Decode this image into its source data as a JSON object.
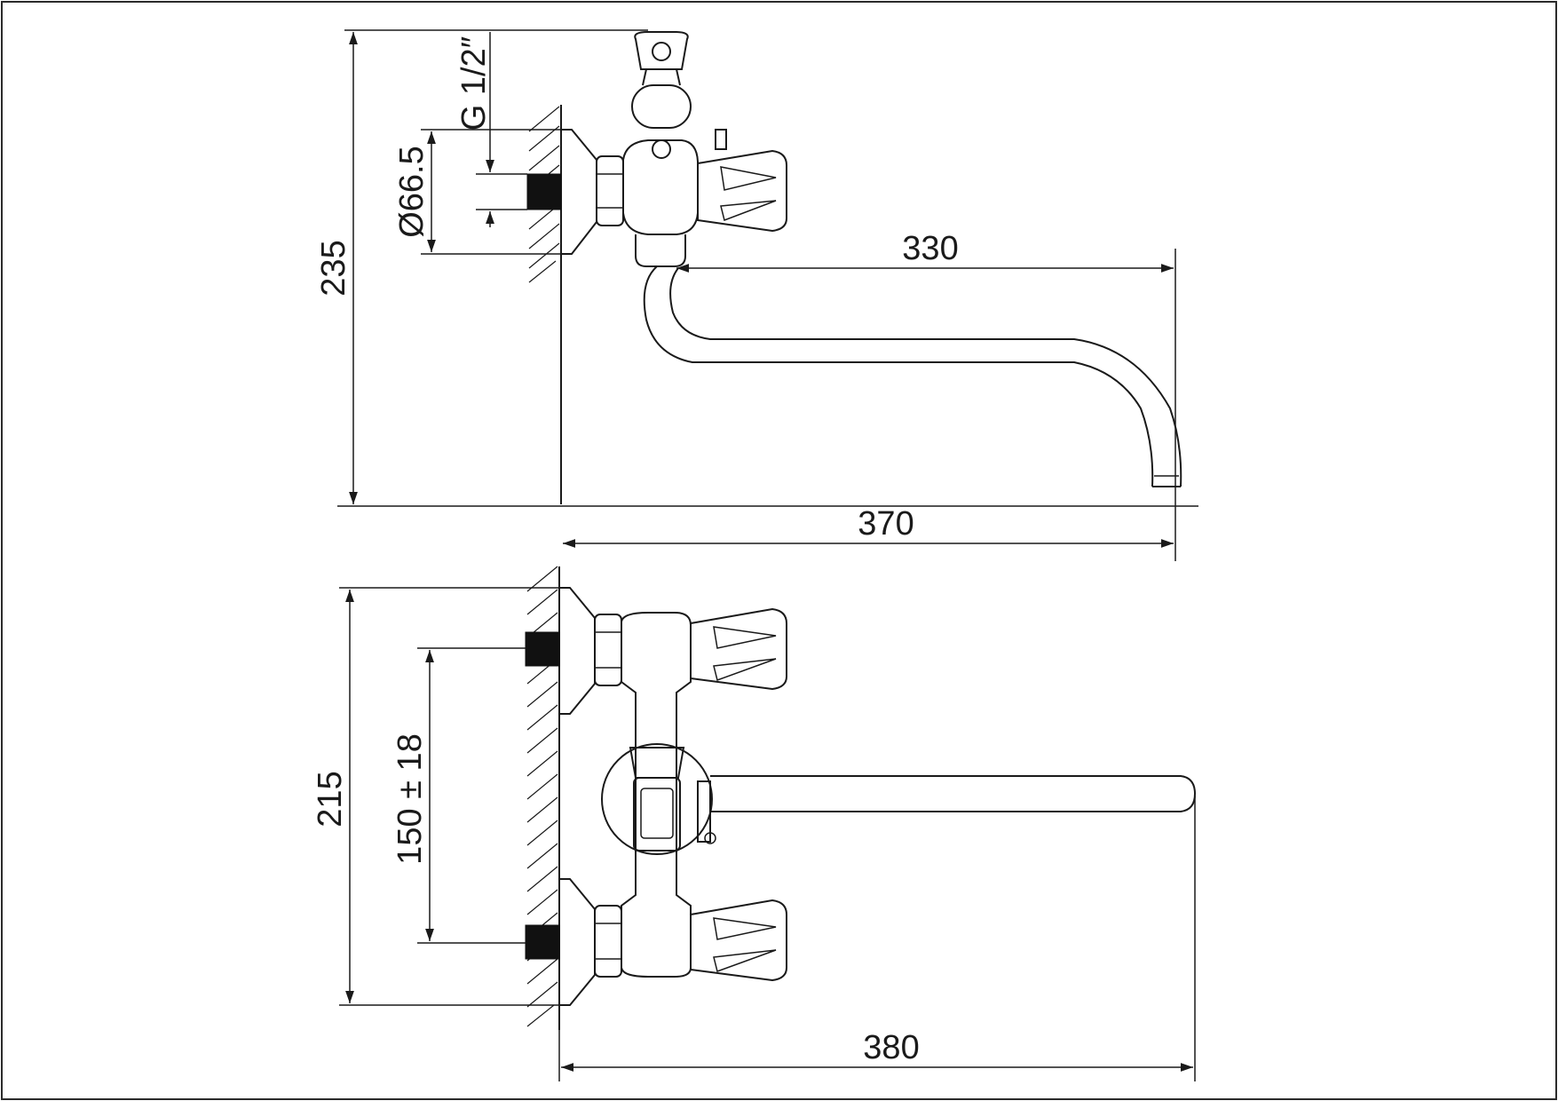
{
  "dimensions": {
    "top_view": {
      "height_total": "235",
      "thread": "G 1/2″",
      "flange_diameter": "Ø66.5",
      "spout_reach": "330",
      "overall_length": "370"
    },
    "front_view": {
      "height_total": "215",
      "inlet_spacing": "150 ± 18",
      "overall_length": "380"
    }
  }
}
